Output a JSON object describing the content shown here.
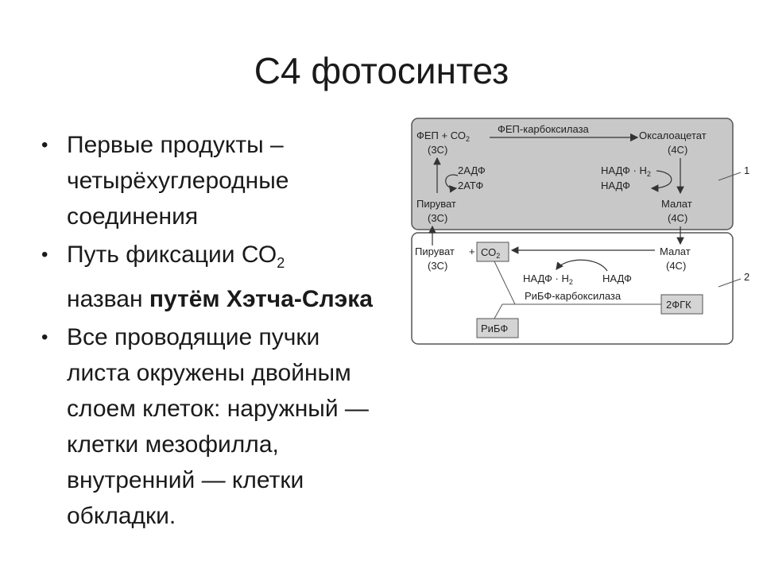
{
  "title": "С4 фотосинтез",
  "bullets": [
    {
      "line1": "Первые продукты –",
      "line2": "четырёхуглеродные",
      "line3": "соединения"
    },
    {
      "text": "Путь фиксации СО",
      "sub": "2",
      "line2_prefix": "назван ",
      "line2_bold": "путём Хэтча-Слэка"
    },
    {
      "lines": [
        "Все проводящие пучки",
        "листа окружены двойным",
        "слоем клеток: наружный —",
        "клетки мезофилла,",
        "внутренний — клетки",
        "обкладки."
      ]
    }
  ],
  "diagram": {
    "fep": "ФЕП + СО",
    "fep_sub": "2",
    "fep_3c": "(3С)",
    "fep_carboxylase": "ФЕП-карбоксилаза",
    "oxaloacetate": "Оксалоацетат",
    "oxaloacetate_4c": "(4С)",
    "adp": "2АДФ",
    "atp": "2АТФ",
    "nadph_top": "НАДФ · Н",
    "nadph_top_sub": "2",
    "nadp_top": "НАДФ",
    "pyruvate_top": "Пируват",
    "pyruvate_top_3c": "(3С)",
    "malate_top": "Малат",
    "malate_top_4c": "(4С)",
    "pyruvate_bottom": "Пируват",
    "pyruvate_bottom_3c": "(3С)",
    "co2_box": "СО",
    "co2_box_sub": "2",
    "malate_bottom": "Малат",
    "malate_bottom_4c": "(4С)",
    "nadph_bottom": "НАДФ · Н",
    "nadph_bottom_sub": "2",
    "nadp_bottom": "НАДФ",
    "rubp_carboxylase": "РиБФ-карбоксилаза",
    "pga_box": "2ФГК",
    "rubp_box": "РиБФ",
    "label_1": "1",
    "label_2": "2",
    "colors": {
      "mesophyll": "#c8c8c8",
      "bundle_sheath": "#ffffff",
      "box_fill": "#d4d4d4",
      "stroke": "#555555"
    }
  }
}
